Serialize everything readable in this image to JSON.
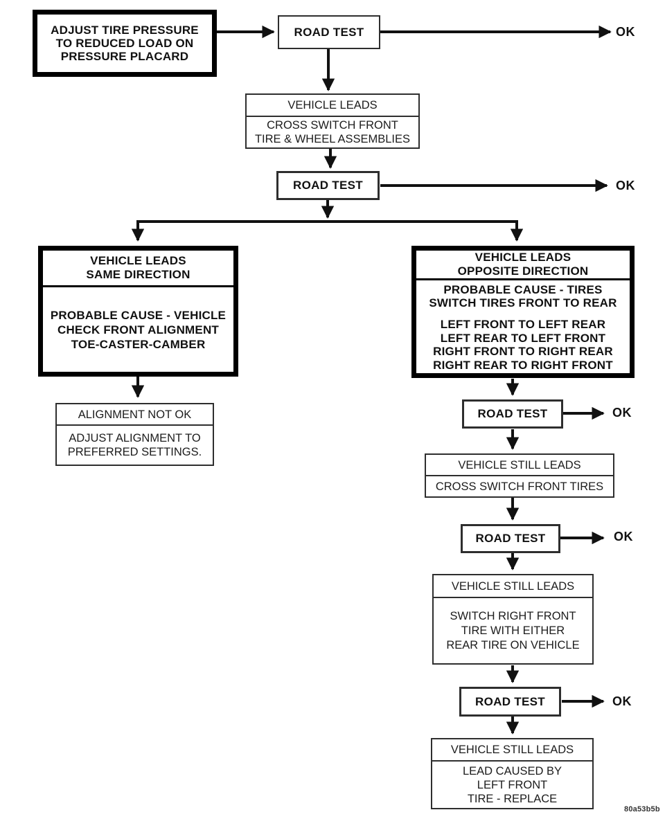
{
  "labels": {
    "road_test": "ROAD TEST",
    "ok": "OK",
    "figure_code": "80a53b5b"
  },
  "nodes": {
    "adjust_pressure": "ADJUST TIRE PRESSURE\nTO REDUCED LOAD ON\nPRESSURE PLACARD",
    "vehicle_leads": "VEHICLE LEADS",
    "cross_switch_assemblies": "CROSS SWITCH FRONT\nTIRE & WHEEL ASSEMBLIES",
    "same_direction_head": "VEHICLE LEADS\nSAME DIRECTION",
    "same_direction_body": "PROBABLE CAUSE - VEHICLE\nCHECK FRONT ALIGNMENT\nTOE-CASTER-CAMBER",
    "alignment_not_ok": "ALIGNMENT NOT OK",
    "adjust_alignment": "ADJUST ALIGNMENT TO\nPREFERRED SETTINGS.",
    "opposite_direction_head": "VEHICLE LEADS\nOPPOSITE DIRECTION",
    "opposite_direction_cause": "PROBABLE CAUSE - TIRES\nSWITCH TIRES FRONT TO REAR",
    "opposite_direction_swaps": "LEFT FRONT TO LEFT REAR\nLEFT REAR TO LEFT FRONT\nRIGHT FRONT TO RIGHT REAR\nRIGHT REAR TO RIGHT FRONT",
    "vehicle_still_leads": "VEHICLE STILL LEADS",
    "cross_switch_front_tires": "CROSS SWITCH FRONT TIRES",
    "switch_right_front": "SWITCH RIGHT FRONT\nTIRE WITH EITHER\nREAR TIRE ON VEHICLE",
    "lead_caused_by": "LEAD CAUSED BY\nLEFT FRONT\nTIRE - REPLACE"
  }
}
